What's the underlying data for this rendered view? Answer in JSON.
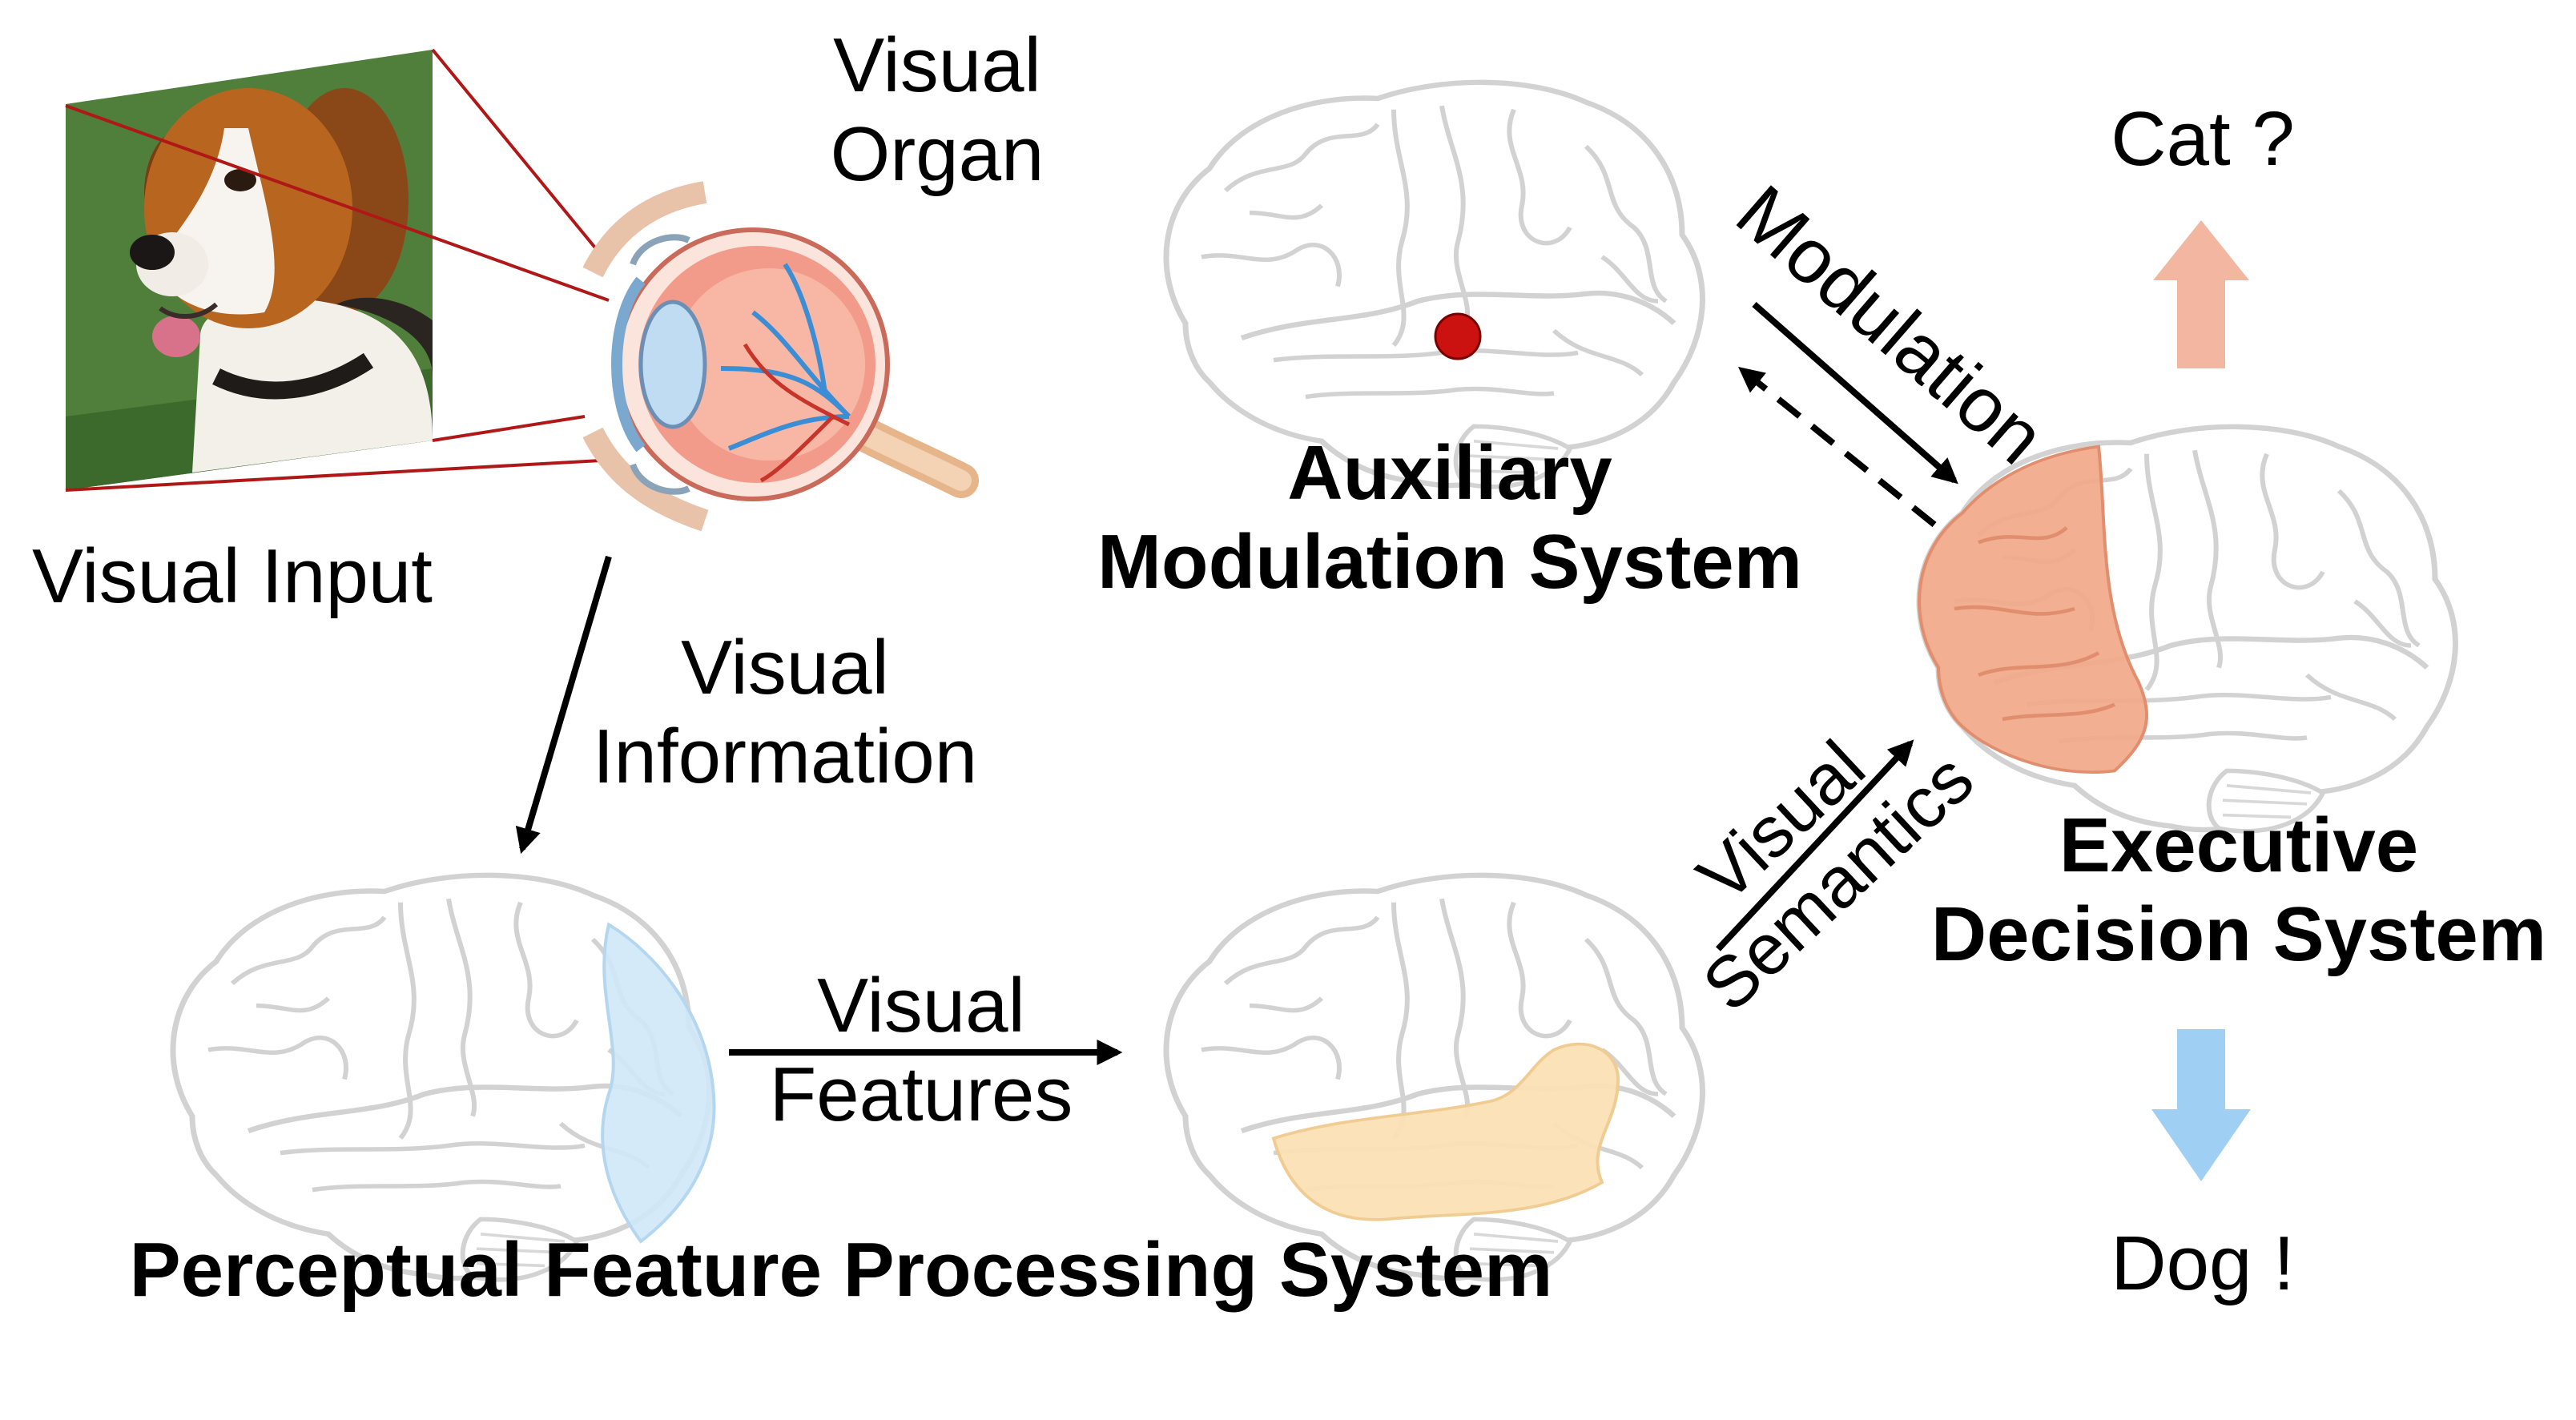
{
  "labels": {
    "visual_organ": [
      "Visual",
      "Organ"
    ],
    "visual_input": "Visual Input",
    "visual_information": [
      "Visual",
      "Information"
    ],
    "visual_features": [
      "Visual",
      "Features"
    ],
    "modulation": "Modulation",
    "visual_semantics": [
      "Visual",
      "Semantics"
    ],
    "auxiliary_system": [
      "Auxiliary",
      "Modulation System"
    ],
    "perceptual_system": "Perceptual Feature Processing System",
    "executive_system": [
      "Executive",
      "Decision System"
    ],
    "cat_output": "Cat ?",
    "dog_output": "Dog !"
  },
  "colors": {
    "brain_outline": "#d2d2d2",
    "occipital_region": "#cfe8f8",
    "temporal_region": "#fbe0b4",
    "frontal_region": "#f2a889",
    "auxiliary_dot": "#cc1111",
    "up_arrow": "#f3b6a0",
    "down_arrow": "#9fd0f3",
    "projection_lines": "#b01818"
  },
  "icons": [
    "dog-photo",
    "eye-anatomy-icon",
    "brain-icon"
  ]
}
